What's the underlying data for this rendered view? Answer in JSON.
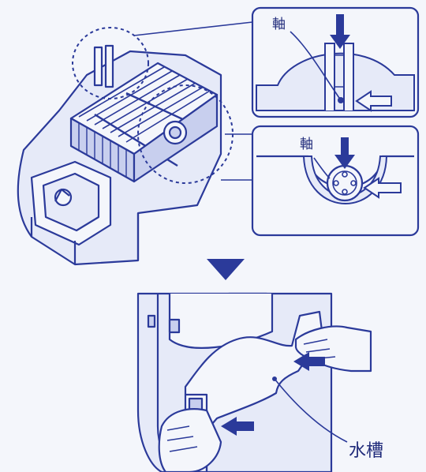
{
  "labels": {
    "axis_top": "軸",
    "axis_bottom": "軸",
    "water_tank": "水槽"
  },
  "colors": {
    "ink": "#2b3a9a",
    "fill_light": "#e6eaf8",
    "fill_mid": "#c8cfee",
    "fill_dark": "#8e99d6",
    "arrow": "#2b3a9a",
    "background": "#f4f6fb"
  },
  "icons": {
    "down_arrow": "down-arrow-icon",
    "left_arrow": "left-arrow-icon"
  }
}
